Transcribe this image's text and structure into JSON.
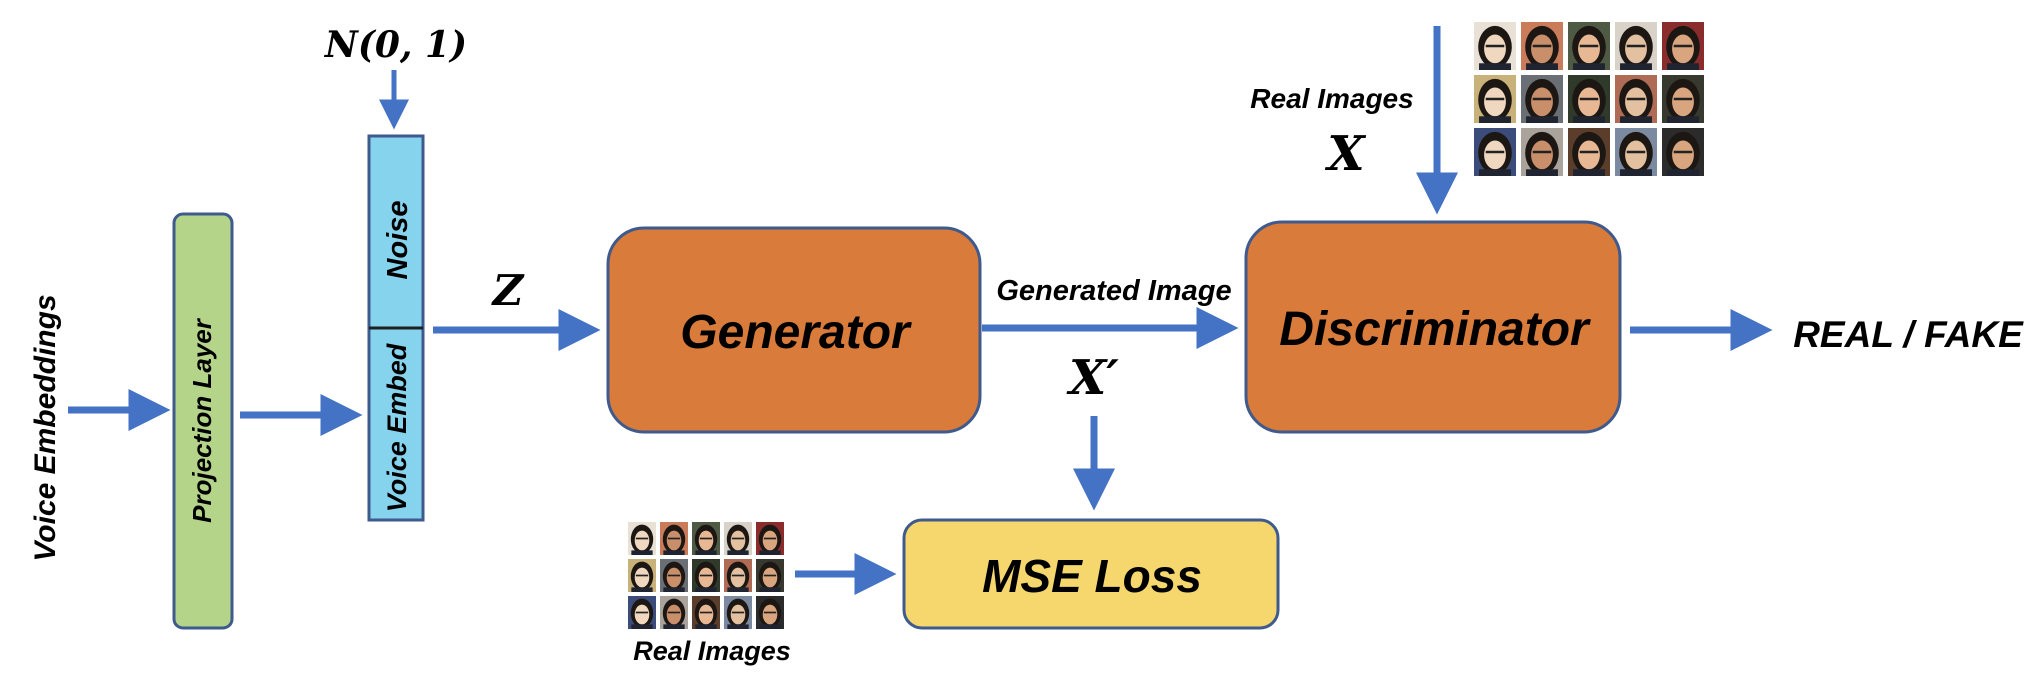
{
  "inputs": {
    "voice_embeddings_label": "Voice Embeddings",
    "noise_dist_label": "N(0, 1)"
  },
  "blocks": {
    "projection_layer": "Projection Layer",
    "noise": "Noise",
    "voice_embed": "Voice Embed",
    "generator": "Generator",
    "discriminator": "Discriminator",
    "mse_loss": "MSE Loss"
  },
  "labels": {
    "z": "Z",
    "generated_image": "Generated Image",
    "x_prime": "X′",
    "real_images_top": "Real Images",
    "x": "X",
    "real_images_bottom": "Real Images",
    "output": "REAL / FAKE"
  },
  "colors": {
    "arrow": "#4472C4",
    "projection_fill": "#B4D48A",
    "noise_fill": "#86D3EE",
    "generator_fill": "#D97B3A",
    "mse_fill": "#F5D76E",
    "border": "#3F5A8C"
  },
  "face_grids": {
    "top": {
      "rows": 3,
      "cols": 5
    },
    "bottom": {
      "rows": 3,
      "cols": 5
    }
  }
}
